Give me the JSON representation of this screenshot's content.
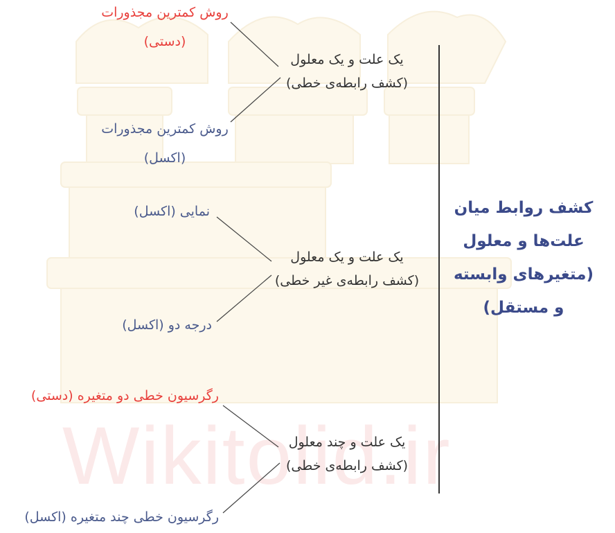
{
  "watermark": "Wikitolid.ir",
  "root": {
    "lines": [
      "کشف روابط میان",
      "علت‌ها و معلول",
      "(متغیرهای وابسته",
      "و مستقل)"
    ]
  },
  "branches": [
    {
      "title": "یک علت و یک معلول",
      "subtitle": "(کشف رابطه‌ی خطی)",
      "methods": [
        {
          "line1": "روش کمترین مجذورات",
          "line2": "(دستی)",
          "color": "#e8403c"
        },
        {
          "line1": "روش کمترین مجذورات",
          "line2": "(اکسل)",
          "color": "#4a5a8c"
        }
      ]
    },
    {
      "title": "یک علت و یک معلول",
      "subtitle": "(کشف رابطه‌ی غیر خطی)",
      "methods": [
        {
          "line1": "نمایی (اکسل)",
          "color": "#4a5a8c"
        },
        {
          "line1": "درجه دو (اکسل)",
          "color": "#4a5a8c"
        }
      ]
    },
    {
      "title": "یک علت و چند معلول",
      "subtitle": "(کشف رابطه‌ی خطی)",
      "methods": [
        {
          "line1": "رگرسیون خطی دو متغیره (دستی)",
          "color": "#e8403c"
        },
        {
          "line1": "رگرسیون خطی چند متغیره (اکسل)",
          "color": "#4a5a8c"
        }
      ]
    }
  ]
}
